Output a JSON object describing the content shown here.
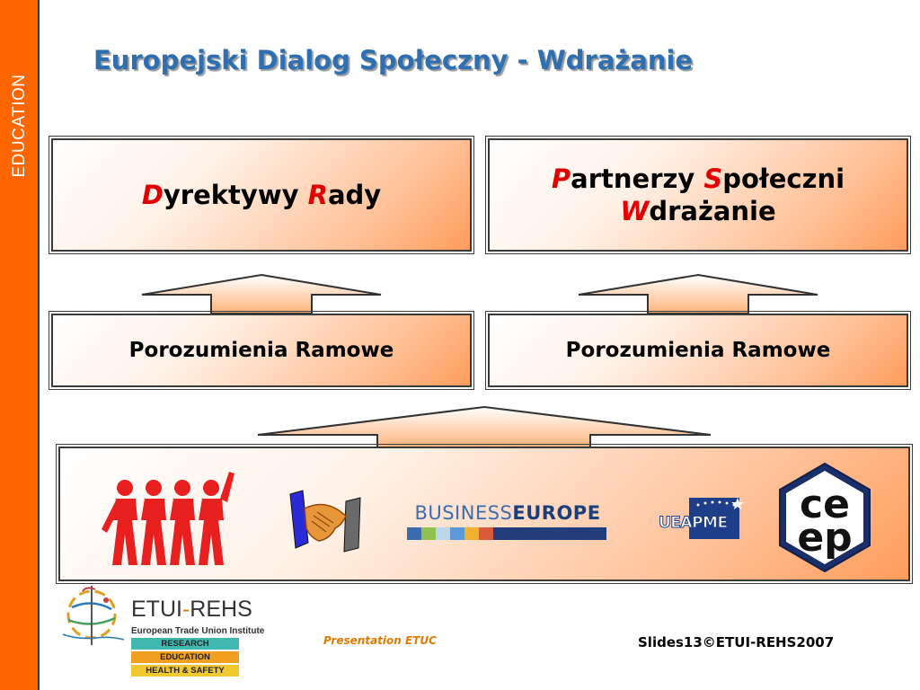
{
  "sidebar": {
    "label": "EDUCATION"
  },
  "title": "Europejski Dialog Społeczny - Wdrażanie",
  "boxes": {
    "top_left": {
      "r1": "D",
      "t1": "yrektywy ",
      "r2": "R",
      "t2": "ady"
    },
    "top_right": {
      "r1": "P",
      "t1": "artnerzy ",
      "r2": "S",
      "t2": "połeczni",
      "r3": "W",
      "t3": "drażanie"
    },
    "mid_left": "Porozumienia Ramowe",
    "mid_right": "Porozumienia Ramowe"
  },
  "logos": {
    "businesseurope": {
      "part1": "BUSINESS",
      "part2": "EUROPE"
    },
    "ueapme": "UEAPME",
    "ceep": {
      "line1": "ce",
      "line2": "ep"
    }
  },
  "etui": {
    "name_part1": "ETUI",
    "name_dash": "-",
    "name_part2": "REHS",
    "subtitle": "European Trade Union Institute",
    "bars": [
      "RESEARCH",
      "EDUCATION",
      "HEALTH & SAFETY"
    ]
  },
  "footer": {
    "center": "Presentation ETUC",
    "right": "Slides13©ETUI-REHS2007"
  },
  "colors": {
    "accent": "#ff6600",
    "title": "#2e6fb2",
    "highlight": "#e00000"
  }
}
